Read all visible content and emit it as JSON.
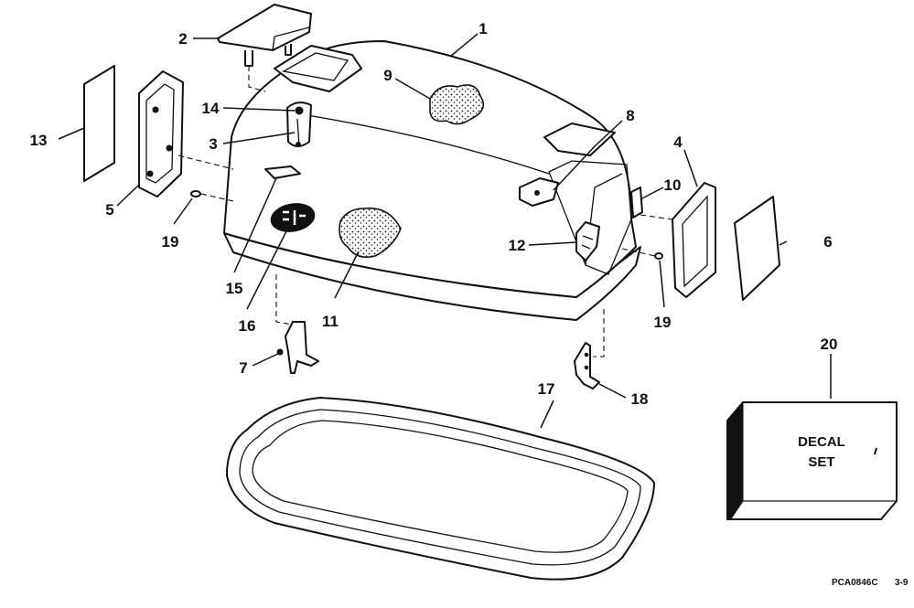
{
  "diagram": {
    "callouts": [
      "1",
      "2",
      "3",
      "4",
      "5",
      "6",
      "7",
      "8",
      "9",
      "10",
      "11",
      "12",
      "13",
      "14",
      "15",
      "16",
      "17",
      "18",
      "19",
      "19",
      "20"
    ],
    "decal_box": {
      "line1": "DECAL",
      "line2": "SET"
    },
    "drawing_code": "PCA0846C",
    "drawing_date": "3-9"
  }
}
